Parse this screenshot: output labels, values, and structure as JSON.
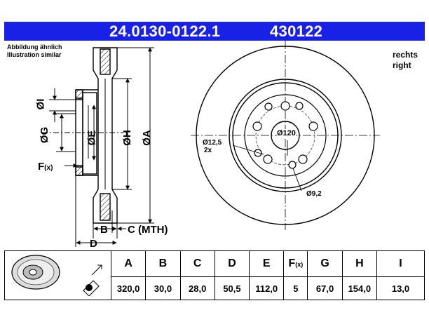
{
  "header": {
    "part_number": "24.0130-0122.1",
    "ref_number": "430122",
    "bar_color": "#1a21e6"
  },
  "notes": {
    "de": "Abbildung ähnlich",
    "en": "Illustration similar"
  },
  "side": {
    "de": "rechts",
    "en": "right"
  },
  "section_labels": {
    "I": "ØI",
    "G": "ØG",
    "E": "ØE",
    "H": "ØH",
    "A": "ØA",
    "F": "F",
    "F_sub": "(x)",
    "B": "B",
    "C": "C (MTH)",
    "D": "D"
  },
  "face_labels": {
    "pcd": "Ø120",
    "hole": "Ø12,5",
    "hole_count": "2x",
    "small_hole": "Ø9,2"
  },
  "table": {
    "headers": [
      "A",
      "B",
      "C",
      "D",
      "E",
      "F",
      "G",
      "H",
      "I"
    ],
    "f_sub": "(x)",
    "values": [
      "320,0",
      "30,0",
      "28,0",
      "50,5",
      "112,0",
      "5",
      "67,0",
      "154,0",
      "13,0"
    ]
  }
}
